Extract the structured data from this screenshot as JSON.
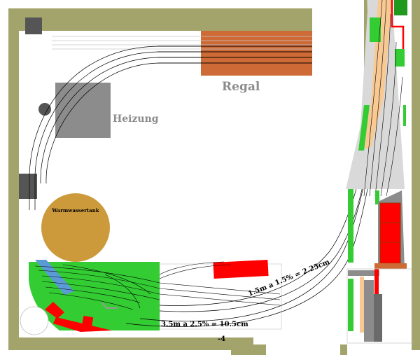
{
  "labels": {
    "regal": "Regal",
    "heizung": "Heizung",
    "tank": "Warmwassertank",
    "grade_upper": "1.5m a 1.5% = 2.25cm",
    "grade_lower": "3.5m a 2.5% = 10.5cm",
    "level_mark": "-4"
  },
  "colors": {
    "wall": "#a3a46c",
    "shelf": "#cd6a35",
    "heater": "#8c8c8c",
    "tank": "#cc9a3a",
    "green": "#33cc33",
    "red": "#ff0000",
    "blue": "#5b9bd5",
    "grey_block": "#555555",
    "peach": "#f9c994",
    "track_bg": "#d9d9d9"
  }
}
